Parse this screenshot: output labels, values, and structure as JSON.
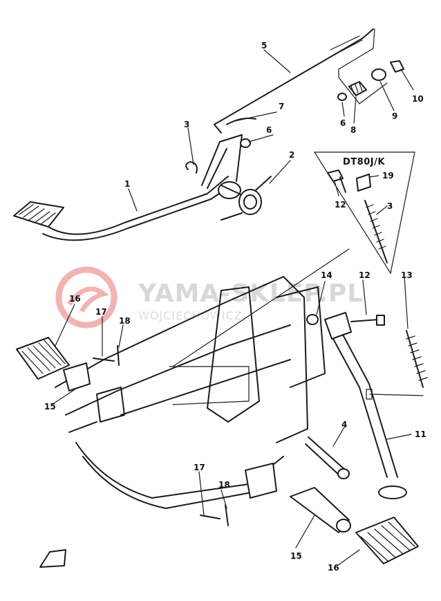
{
  "watermark": {
    "brand": "YAMA-SKLEP.PL",
    "sub": "WOJCIECHOWICZ",
    "logo_color": "#f2b3b3"
  },
  "inset": {
    "title": "DT80J/K"
  },
  "callouts": [
    "1",
    "2",
    "3",
    "4",
    "5",
    "6",
    "7",
    "8",
    "9",
    "10",
    "11",
    "12",
    "13",
    "14",
    "15",
    "16",
    "17",
    "18",
    "19"
  ],
  "labels": {
    "l1": "1",
    "l2": "2",
    "l3": "3",
    "l3b": "3",
    "l4": "4",
    "l5": "5",
    "l6a": "6",
    "l6b": "6",
    "l7": "7",
    "l8": "8",
    "l9": "9",
    "l10": "10",
    "l11": "11",
    "l12a": "12",
    "l12b": "12",
    "l13": "13",
    "l14": "14",
    "l15a": "15",
    "l15b": "15",
    "l16a": "16",
    "l16b": "16",
    "l17a": "17",
    "l17b": "17",
    "l18a": "18",
    "l18b": "18",
    "l19": "19"
  }
}
